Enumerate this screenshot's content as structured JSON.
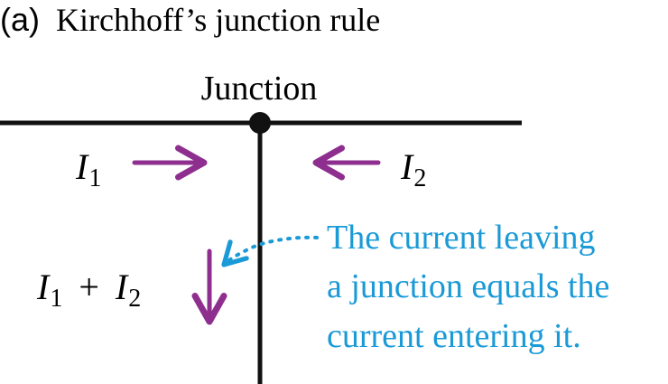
{
  "title": {
    "part_label": "(a)",
    "text": "Kirchhoff’s junction rule"
  },
  "labels": {
    "junction": "Junction",
    "i1": {
      "symbol": "I",
      "subscript": "1"
    },
    "i2": {
      "symbol": "I",
      "subscript": "2"
    },
    "sum": {
      "left_symbol": "I",
      "left_subscript": "1",
      "operator": "+",
      "right_symbol": "I",
      "right_subscript": "2"
    }
  },
  "note": {
    "lines": [
      "The current leaving",
      "a junction equals the",
      "current entering it."
    ]
  },
  "colors": {
    "wire": "#111111",
    "arrow": "#8e2f8f",
    "note_text": "#1a9ad6",
    "callout": "#1a9ad6"
  },
  "icons": {
    "junction_node": "filled-circle",
    "current_arrow": "arrow",
    "callout_arrow": "dotted-arrow"
  }
}
